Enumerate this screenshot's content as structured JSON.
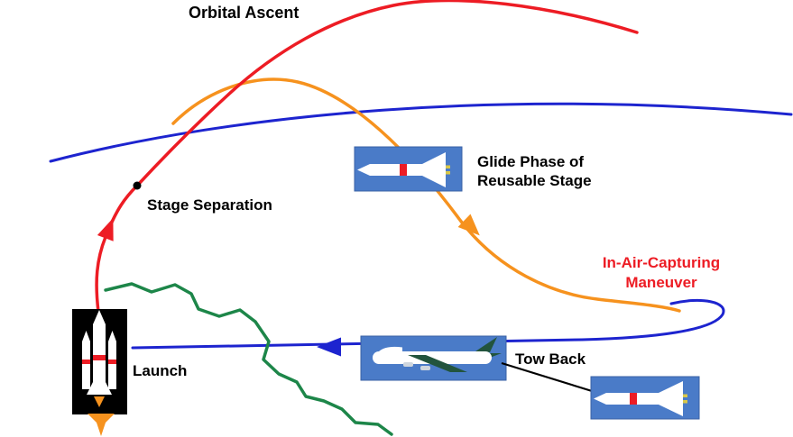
{
  "diagram": {
    "labels": {
      "orbital_ascent": "Orbital Ascent",
      "stage_separation": "Stage Separation",
      "glide_phase_line1": "Glide Phase of",
      "glide_phase_line2": "Reusable Stage",
      "in_air_capturing_line1": "In-Air-Capturing",
      "in_air_capturing_line2": "Maneuver",
      "tow_back": "Tow Back",
      "launch": "Launch"
    },
    "colors": {
      "ascent_trajectory": "#ed1c24",
      "aircraft_trajectory": "#1d24cf",
      "glide_trajectory": "#f6921e",
      "coastline": "#1d8649",
      "label_text": "#000000",
      "capture_label_text": "#ed1c24",
      "image_panel": "#4a7bc8",
      "separation_marker": "#000000",
      "flame": "#f6921e",
      "launcher_panel": "#000000",
      "tow_line": "#000000"
    }
  }
}
